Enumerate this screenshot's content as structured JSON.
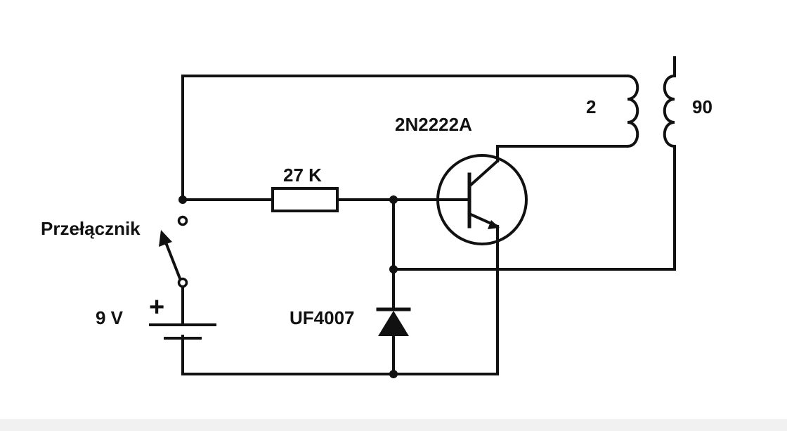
{
  "labels": {
    "transistor": "2N2222A",
    "resistor": "27 K",
    "primary_turns": "2",
    "secondary_turns": "90",
    "switch": "Przełącznik",
    "battery": "9 V",
    "battery_plus": "+",
    "diode": "UF4007"
  },
  "colors": {
    "ink": "#111111",
    "background": "#ffffff"
  }
}
